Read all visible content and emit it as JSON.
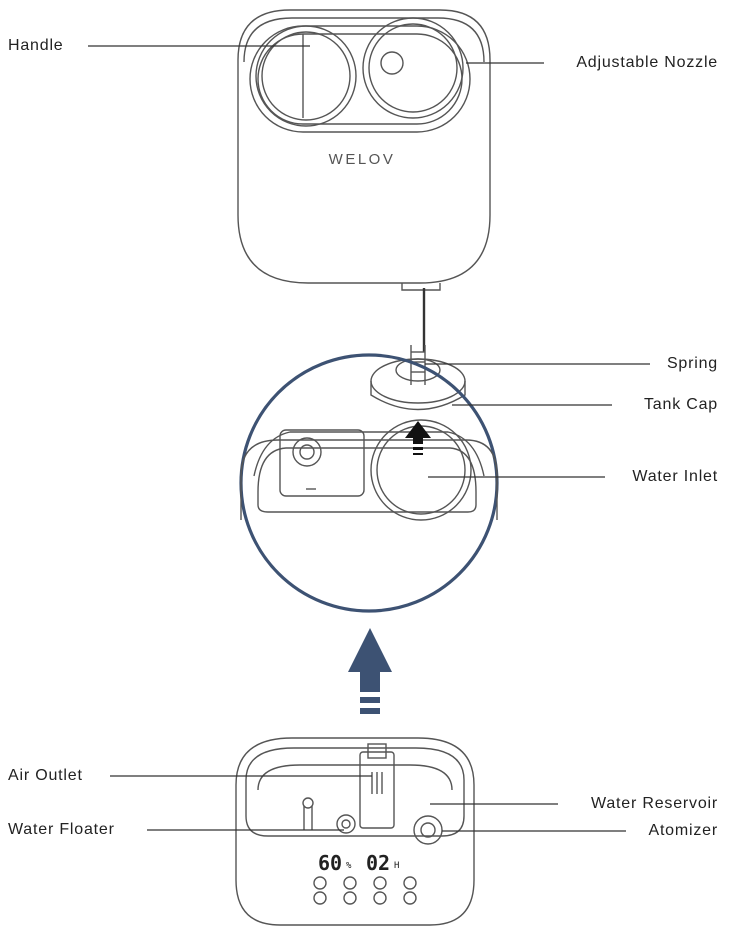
{
  "brand": "WELOV",
  "colors": {
    "line": "#3a3a3a",
    "outline": "#555555",
    "accent": "#3d5273",
    "background": "#ffffff"
  },
  "labels": {
    "handle": "Handle",
    "adjustable_nozzle": "Adjustable Nozzle",
    "spring": "Spring",
    "tank_cap": "Tank Cap",
    "water_inlet": "Water Inlet",
    "air_outlet": "Air Outlet",
    "water_reservoir": "Water Reservoir",
    "water_floater": "Water Floater",
    "atomizer": "Atomizer"
  },
  "display": {
    "humidity": "60",
    "humidity_unit": "%",
    "timer": "02",
    "timer_unit": "H"
  }
}
